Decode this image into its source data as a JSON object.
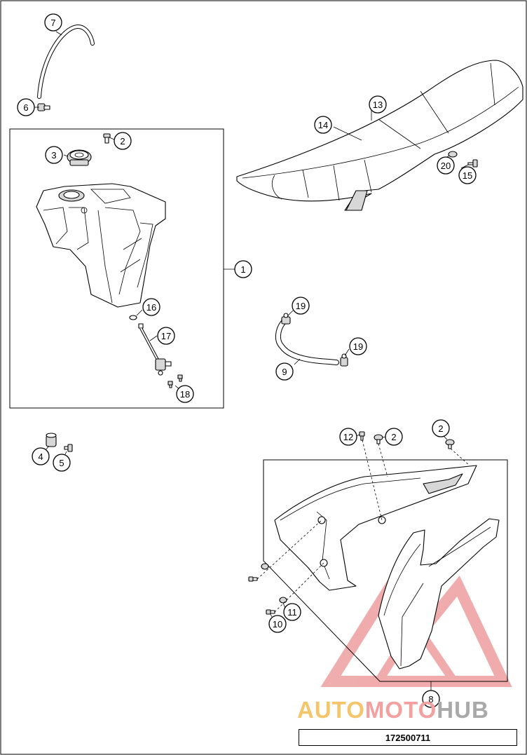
{
  "callouts": [
    {
      "label": "7",
      "name": "callout-7"
    },
    {
      "label": "6",
      "name": "callout-6"
    },
    {
      "label": "2",
      "name": "callout-2-cap"
    },
    {
      "label": "3",
      "name": "callout-3"
    },
    {
      "label": "1",
      "name": "callout-1"
    },
    {
      "label": "16",
      "name": "callout-16"
    },
    {
      "label": "17",
      "name": "callout-17"
    },
    {
      "label": "18",
      "name": "callout-18"
    },
    {
      "label": "13",
      "name": "callout-13"
    },
    {
      "label": "14",
      "name": "callout-14"
    },
    {
      "label": "20",
      "name": "callout-20"
    },
    {
      "label": "15",
      "name": "callout-15"
    },
    {
      "label": "19",
      "name": "callout-19-top"
    },
    {
      "label": "19",
      "name": "callout-19-right"
    },
    {
      "label": "9",
      "name": "callout-9"
    },
    {
      "label": "4",
      "name": "callout-4"
    },
    {
      "label": "5",
      "name": "callout-5"
    },
    {
      "label": "12",
      "name": "callout-12"
    },
    {
      "label": "2",
      "name": "callout-2-mid"
    },
    {
      "label": "2",
      "name": "callout-2-right"
    },
    {
      "label": "11",
      "name": "callout-11"
    },
    {
      "label": "10",
      "name": "callout-10"
    },
    {
      "label": "8",
      "name": "callout-8"
    }
  ],
  "reference_number": "172500711",
  "watermark": {
    "part1": "AUTO",
    "part2": "MOTO",
    "part3": "HUB"
  },
  "colors": {
    "watermark_yellow": "#f4c56a",
    "watermark_red": "#f2a0a0",
    "watermark_grey": "#a9a9a9",
    "line": "#000000"
  }
}
